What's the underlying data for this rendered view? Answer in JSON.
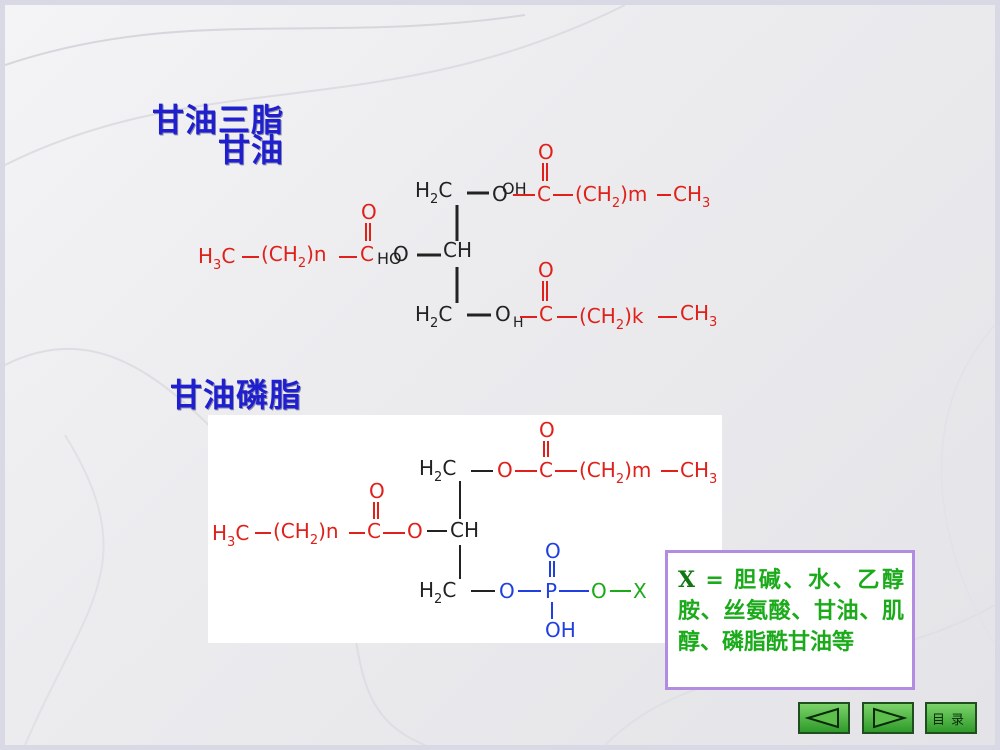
{
  "titles": {
    "triglyceride": "甘油三脂",
    "glycerol": "甘油",
    "phospholipid": "甘油磷脂"
  },
  "triglyceride_structure": {
    "oxygen": "O",
    "left_chain_start": "H",
    "left_chain_sub3": "3",
    "left_chain_c": "C",
    "ch2_open": "(CH",
    "ch2_sub": "2",
    "n_close": ")n",
    "k_close": ")k",
    "m_close": ")m",
    "carbonyl_c": "C",
    "ester_o": "O",
    "ho_label": "HO",
    "oh_label": "OH",
    "oh_small_label": "H",
    "ch_label": "CH",
    "h2c_h": "H",
    "h2c_sub": "2",
    "h2c_c": "C",
    "ch3_label": "CH",
    "ch3_sub": "3"
  },
  "phospholipid_structure": {
    "oxygen": "O",
    "phosphorus": "P",
    "hydroxyl": "OH",
    "x_group": "X"
  },
  "x_definition": {
    "variable": "X",
    "equals": "=",
    "text": "胆碱、水、乙醇胺、丝氨酸、甘油、肌醇、磷脂酰甘油等"
  },
  "nav": {
    "toc_label": "目录"
  },
  "colors": {
    "title": "#1f1fd0",
    "chain": "#e0201a",
    "backbone": "#222222",
    "phosphate": "#1f3fe0",
    "x_group": "#1aaa1a",
    "xbox_border": "#b38be0",
    "nav_green": "#3aa33a"
  }
}
